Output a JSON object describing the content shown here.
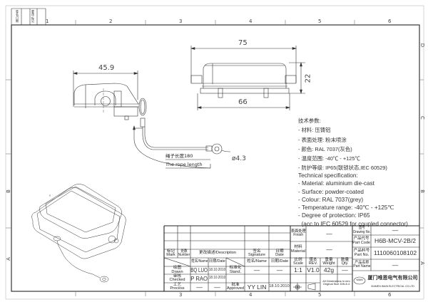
{
  "frame": {
    "columns": [
      "1",
      "2",
      "3",
      "4",
      "5",
      "6"
    ],
    "rows": [
      "D",
      "C",
      "B",
      "A"
    ],
    "corner_labels": [
      "签名/日期",
      "更改 标记"
    ]
  },
  "dimensions": {
    "front_width": "75",
    "front_height": "22",
    "front_base_width": "66",
    "side_width": "45.9",
    "ring_diameter": "ø4.3",
    "rope_length_zh": "绳子长度180",
    "rope_length_en": "The rope length"
  },
  "spec_zh": {
    "title": "技术参数:",
    "items": [
      "- 材料: 压铸铝",
      "- 表面处理: 粉末喷涂",
      "- 颜色: RAL 7037(灰色)",
      "- 温度范围: -40℃ - +125℃",
      "- 防护等级: IP65(联锁状态,IEC 60529)"
    ]
  },
  "spec_en": {
    "title": "Technical specification:",
    "items": [
      "- Material: aluminium die-cast",
      "- Surface: powder-coated",
      "- Colour: RAL 7037(grey)",
      "- Temperature range: -40℃ - +125℃",
      "- Degree of protection: IP65",
      "  (acc.to IEC 60529 for coupled connector)"
    ]
  },
  "title_block": {
    "mark": "标记\nMark",
    "number": "处数\nNumber",
    "description": "更改描述/Description",
    "signature": "签名\nSignature",
    "date": "日期\nDate",
    "name_col": "姓名/Name",
    "date_col": "日期/Date",
    "name_col2": "姓名/Name",
    "date_col2": "日期/Date",
    "drawn": "绘图\nDrawn",
    "checked": "审核\nChecked",
    "process": "工艺\nProcess",
    "stand": "标准化\nStand.",
    "approved": "批准\nApproved",
    "drawn_name": "BQ LUO",
    "drawn_date": "18.10.2010",
    "checked_name": "P RAO",
    "checked_date": "18.10.2010",
    "process_name": "—",
    "process_date": "—",
    "stand_name": "—",
    "stand_date": "—",
    "approved_name": "YY LIN",
    "approved_date": "18.10.2010",
    "finish_label": "表面处理\nFinish",
    "finish_value": "—",
    "material_label": "材料\nMaterial",
    "material_value": "—",
    "scale_label": "比例\nScale",
    "rev_label": "版本\nREV.",
    "weight_label": "重量\nWeight",
    "qty_label": "数量\nQty.",
    "scale_value": "1:1",
    "rev_value": "V1.0",
    "weight_value": "42g",
    "qty_value": "—",
    "dims_note": "All Dimensions in mm\nOriginal Size DIN A 4",
    "drawing_no_label": "图号\nDrawing No.",
    "drawing_no_value": "—",
    "part_code_label": "产品代号\nPart Code",
    "part_code_value": "H6B-MCV-2B/2",
    "part_no_label": "产品料号\nPart No.",
    "part_no_value": "1110060108102",
    "part_name_label": "产品名称\nPart Name",
    "part_name_value": "—",
    "company_logo": "WAIN",
    "company_zh": "厦门唯恩电气有限公司",
    "company_en": "XIAMEN WAIN ELECTRICAL CO.LTD"
  }
}
